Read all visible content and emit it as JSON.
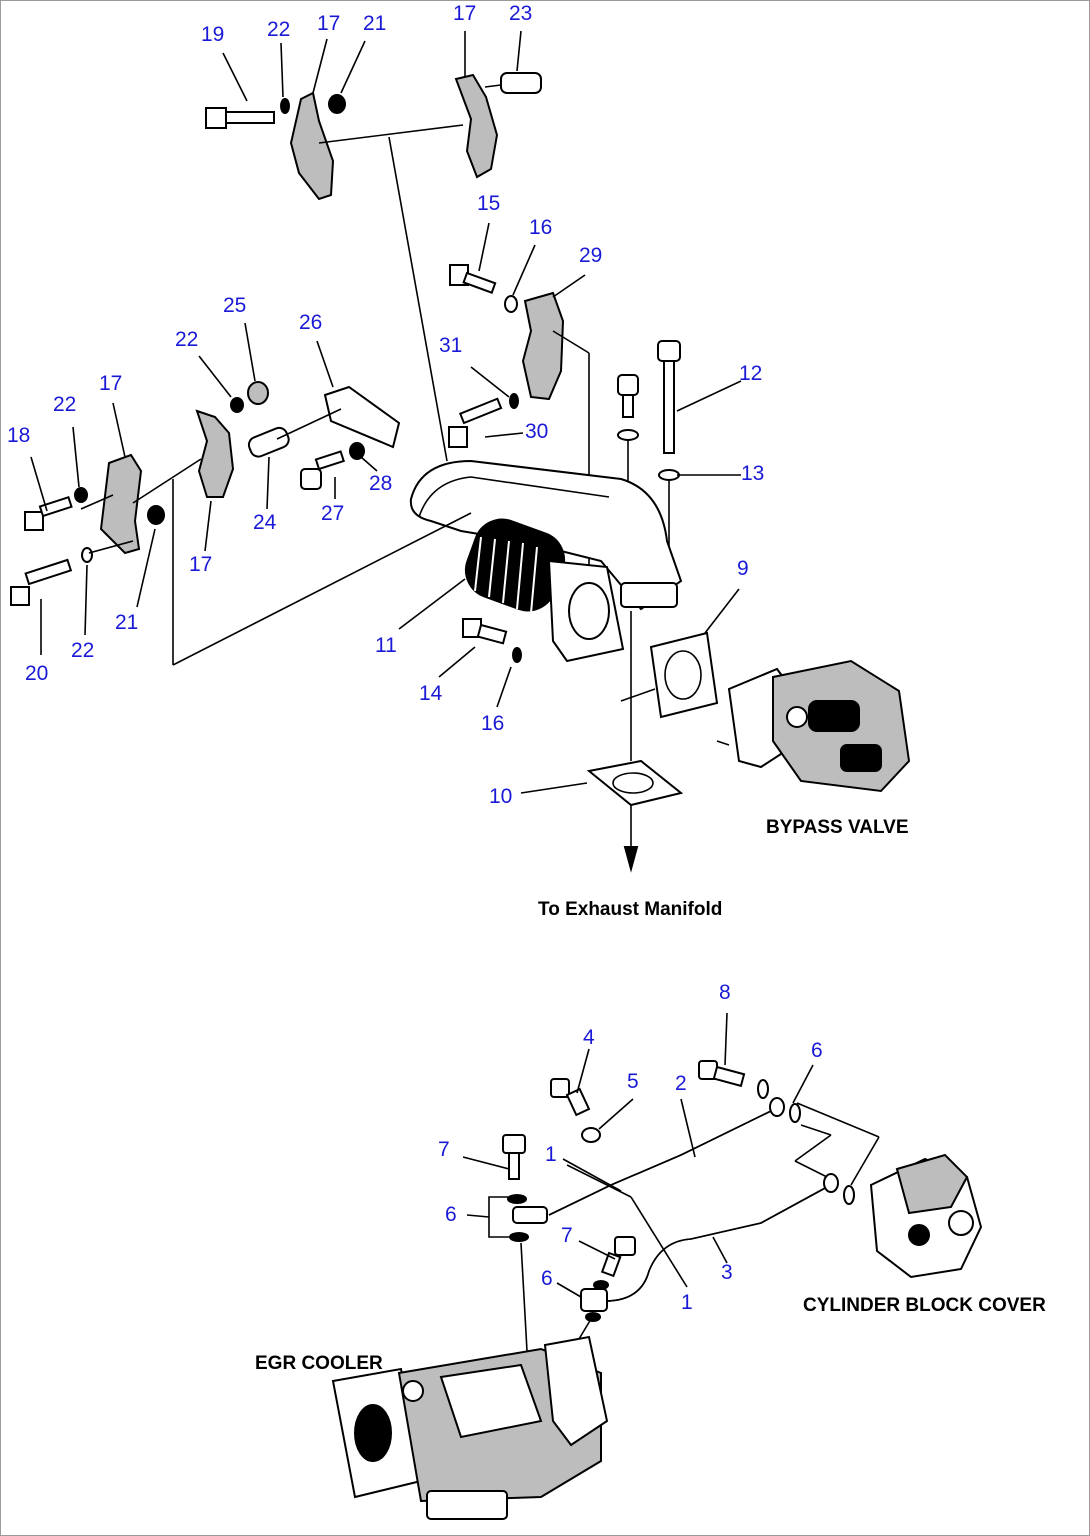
{
  "captions": {
    "bypass_valve": "BYPASS VALVE",
    "exhaust_manifold": "To Exhaust Manifold",
    "cylinder_block_cover": "CYLINDER BLOCK COVER",
    "egr_cooler": "EGR COOLER"
  },
  "part_numbers": {
    "p19": "19",
    "p22a": "22",
    "p17a": "17",
    "p21a": "21",
    "p17b": "17",
    "p23": "23",
    "p15": "15",
    "p16a": "16",
    "p29": "29",
    "p25": "25",
    "p26": "26",
    "p22b": "22",
    "p31": "31",
    "p12": "12",
    "p17c": "17",
    "p22c": "22",
    "p30": "30",
    "p18": "18",
    "p13": "13",
    "p28": "28",
    "p27": "27",
    "p24": "24",
    "p17d": "17",
    "p9": "9",
    "p21b": "21",
    "p11": "11",
    "p22d": "22",
    "p20": "20",
    "p14": "14",
    "p16b": "16",
    "p10": "10",
    "p8": "8",
    "p4": "4",
    "p6a": "6",
    "p5": "5",
    "p2": "2",
    "p7a": "7",
    "p1a": "1",
    "p6b": "6",
    "p7b": "7",
    "p3": "3",
    "p6c": "6",
    "p1b": "1"
  },
  "colors": {
    "callout": "#1a1ad6",
    "caption": "#000000",
    "line": "#000000"
  }
}
